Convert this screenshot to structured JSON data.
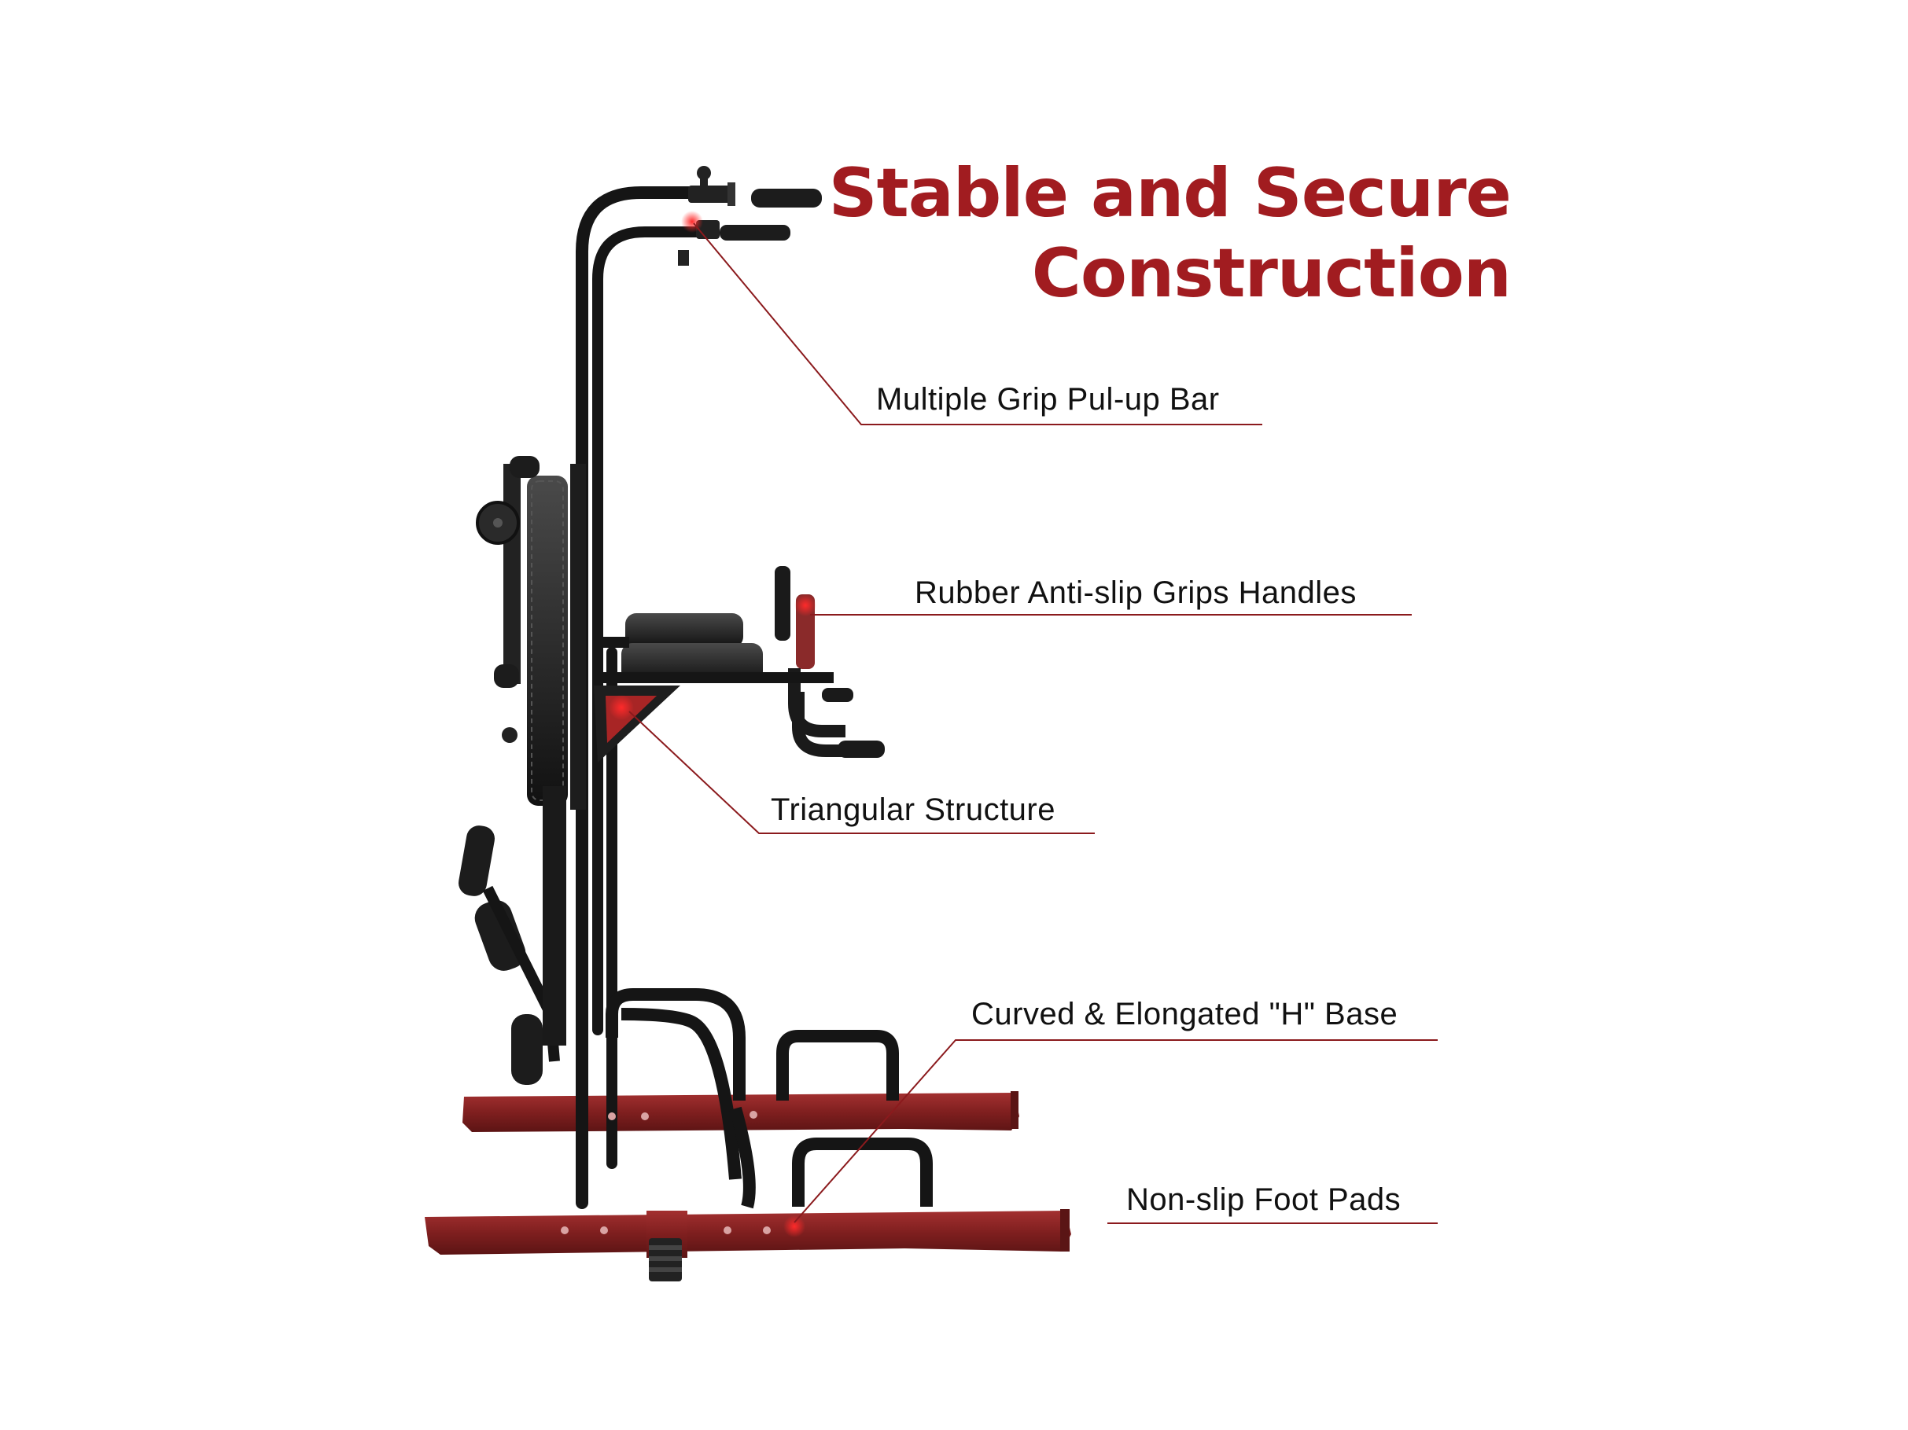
{
  "headline": {
    "line1": "Stable and Secure",
    "line2": "Construction"
  },
  "callouts": {
    "pullup_bar": "Multiple Grip Pul-up Bar",
    "grips": "Rubber Anti-slip Grips Handles",
    "triangle": "Triangular Structure",
    "base": "Curved & Elongated \"H\" Base",
    "foot_pads": "Non-slip Foot Pads"
  },
  "colors": {
    "accent": "#a11c20",
    "frame": "#1a1a1a",
    "base": "#8a2424",
    "leader": "#8b1a1d"
  }
}
